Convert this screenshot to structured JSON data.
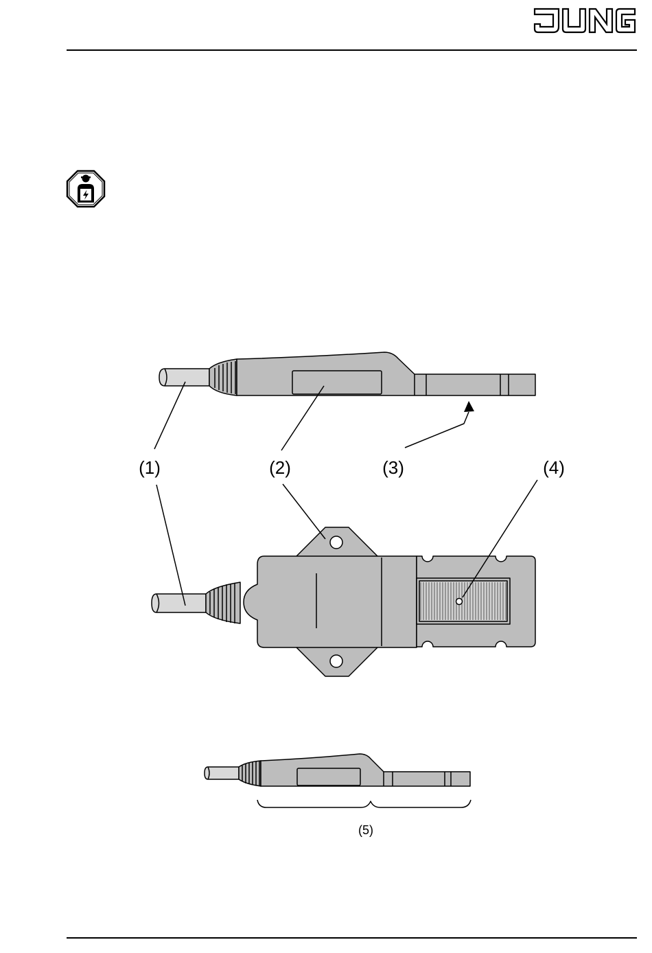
{
  "header": {
    "brand_logo": "JUNG"
  },
  "icons": {
    "qualified_electrician": "electrician-warning-icon"
  },
  "figure": {
    "callouts": [
      "(1)",
      "(2)",
      "(3)",
      "(4)",
      "(5)"
    ]
  },
  "colors": {
    "device_fill": "#bdbdbd",
    "cable_fill": "#d9d9d9",
    "line": "#000000"
  }
}
